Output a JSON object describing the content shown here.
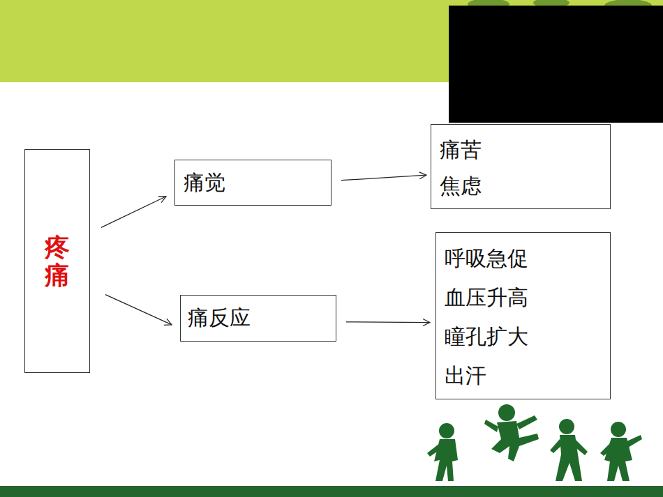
{
  "diagram": {
    "nodes": [
      {
        "text": [
          "疼痛"
        ]
      },
      {
        "text": [
          "痛觉"
        ]
      },
      {
        "text": [
          "痛反应"
        ]
      },
      {
        "text": [
          "痛苦",
          "焦虑"
        ]
      },
      {
        "text": [
          "呼吸急促",
          "血压升高",
          "瞳孔扩大",
          "出汗"
        ]
      }
    ],
    "edges": [
      {
        "from": 0,
        "to": 1,
        "arrow": "to"
      },
      {
        "from": 0,
        "to": 2,
        "arrow": "to"
      },
      {
        "from": 1,
        "to": 3,
        "arrow": "to"
      },
      {
        "from": 2,
        "to": 4,
        "arrow": "to"
      }
    ]
  }
}
